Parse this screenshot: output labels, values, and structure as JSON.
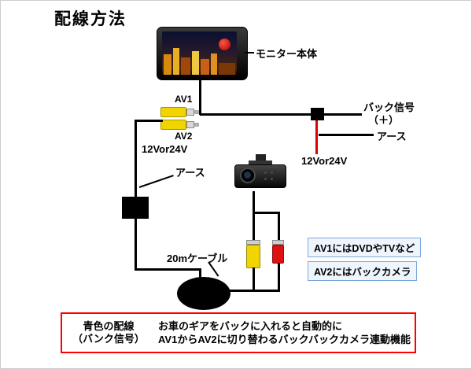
{
  "title": "配線方法",
  "monitor": {
    "label": "モニター本体"
  },
  "connectors": {
    "av1_label": "AV1",
    "av2_label": "AV2"
  },
  "left_branch": {
    "power_label": "12Vor24V",
    "ground_label": "アース"
  },
  "right_branch": {
    "back_signal_line1": "バック信号",
    "back_signal_line2": "（＋）",
    "ground_label": "アース",
    "power_label": "12Vor24V"
  },
  "cable": {
    "label": "20mケーブル"
  },
  "notes": {
    "av1": "AV1にはDVDやTVなど",
    "av2": "AV2にはバックカメラ"
  },
  "bottom_box": {
    "left_line1": "青色の配線",
    "left_line2": "（バンク信号）",
    "right_line1": "お車のギアをバックに入れると自動的に",
    "right_line2": "AV1からAV2に切り替わるバックバックカメラ連動機能"
  },
  "colors": {
    "wire": "#000000",
    "power_wire": "#dd0000",
    "rca_yellow": "#f2d400",
    "rca_red": "#dd1111",
    "alert_border": "#ff0000"
  }
}
